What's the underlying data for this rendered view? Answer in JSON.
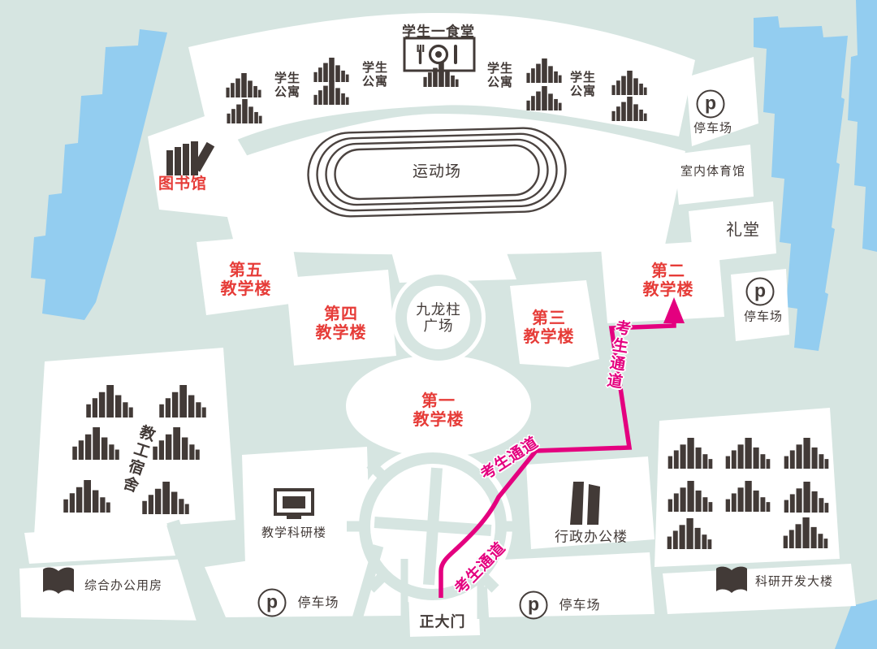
{
  "canteen": {
    "label": "学生一食堂"
  },
  "apartment_label": "学生\n公寓",
  "library": {
    "label": "图书馆"
  },
  "sports_field": {
    "label": "运动场"
  },
  "indoor_gym": {
    "label": "室内体育馆"
  },
  "auditorium": {
    "label": "礼堂"
  },
  "parking": {
    "label": "停车场",
    "p": "p"
  },
  "teaching_buildings": {
    "no5": "第五\n教学楼",
    "no4": "第四\n教学楼",
    "no3": "第三\n教学楼",
    "no2": "第二\n教学楼",
    "no1": "第一\n教学楼"
  },
  "plaza": {
    "label": "九龙柱\n广场"
  },
  "staff_dorm": {
    "label": "教工宿舍"
  },
  "teach_research": {
    "label": "教学科研楼"
  },
  "admin_building": {
    "label": "行政办公楼"
  },
  "general_office": {
    "label": "综合办公用房"
  },
  "rnd_building": {
    "label": "科研开发大楼"
  },
  "main_gate": {
    "label": "正大门"
  },
  "exam_route": {
    "label": "考生通道"
  },
  "icons": {
    "parking": "p-circle-icon",
    "canteen": "restaurant-icon",
    "library": "books-icon",
    "teach_research": "monitor-icon",
    "admin_building": "twin-tower-icon",
    "office": "open-book-icon",
    "apartment": "building-icon"
  },
  "colors": {
    "background": "#d6e5e1",
    "water": "#93cdf0",
    "parcel": "#ffffff",
    "ink": "#423a37",
    "red_label": "#e63c38",
    "route_magenta": "#e4007f"
  }
}
